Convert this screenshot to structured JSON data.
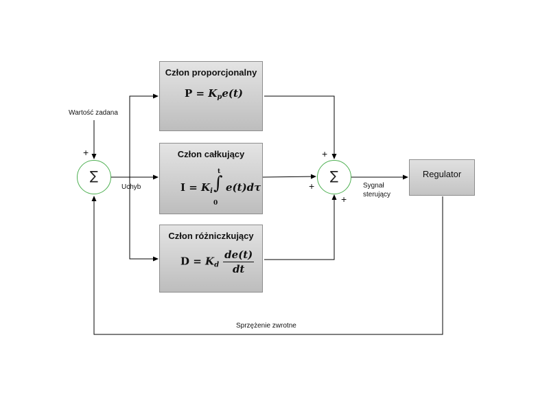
{
  "inputs": {
    "setpoint_label": "Wartość zadana",
    "error_label": "Uchyb",
    "control_signal_line1": "Sygnał",
    "control_signal_line2": "sterujący",
    "feedback_label": "Sprzężenie zwrotne"
  },
  "summing_junctions": {
    "left_symbol": "∑",
    "right_symbol": "∑",
    "left_signs": [
      "+"
    ],
    "right_signs": [
      "+",
      "+",
      "+"
    ]
  },
  "blocks": {
    "proportional": {
      "title": "Człon proporcjonalny",
      "formula_lhs": "P",
      "formula_gain": "K",
      "formula_gain_sub": "p",
      "formula_rhs": "e(t)"
    },
    "integral": {
      "title": "Człon całkujący",
      "formula_lhs": "I",
      "formula_gain": "K",
      "formula_gain_sub": "i",
      "integral_upper": "t",
      "integral_lower": "0",
      "formula_rhs": "e(t)dτ"
    },
    "derivative": {
      "title": "Człon  różniczkujący",
      "formula_lhs": "D",
      "formula_gain": "K",
      "formula_gain_sub": "d",
      "frac_num": "de(t)",
      "frac_den": "dt"
    }
  },
  "regulator": {
    "label": "Regulator"
  },
  "colors": {
    "block_border": "#8c8c8c",
    "summing_border": "#4caf50",
    "wire": "#000000"
  }
}
